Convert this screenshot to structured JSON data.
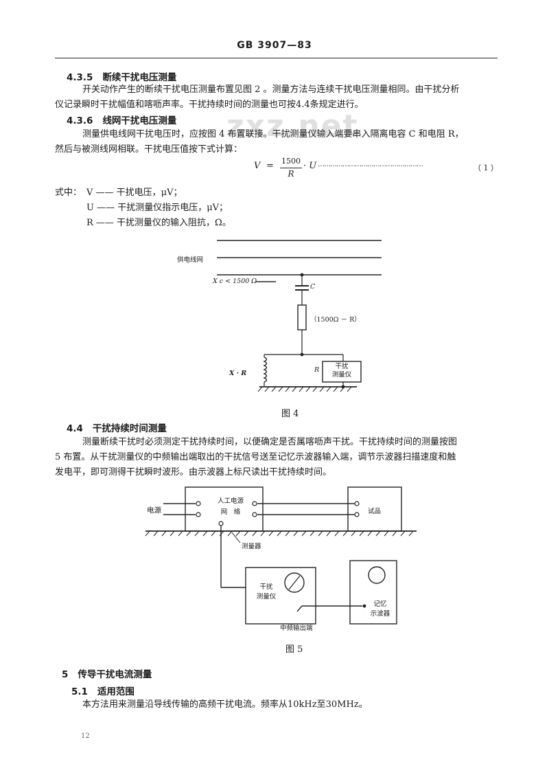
{
  "header": {
    "standard_code": "GB 3907—83"
  },
  "watermark": {
    "text": "zxz.net"
  },
  "sec_4_3_5": {
    "number": "4.3.5",
    "title": "断续干扰电压测量",
    "line1": "开关动作产生的断续干扰电压测量布置见图 2 。测量方法与连续干扰电压测量相同。由干扰分析",
    "line2": "仪记录瞬时干扰幅值和喀呖声率。干扰持续时间的测量也可按4.4条规定进行。"
  },
  "sec_4_3_6": {
    "number": "4.3.6",
    "title": "线网干扰电压测量",
    "line1": "测量供电线网干扰电压时，应按图 4 布置联接。干扰测量仪输入端要串入隔离电容 C 和电阻 R，",
    "line2": "然后与被测线网相联。干扰电压值按下式计算：",
    "formula": {
      "lhs": "V",
      "eq": "=",
      "numerator": "1500",
      "denominator": "R",
      "rhs": "· U",
      "dots": "……………………………………………",
      "number": "（ 1 ）"
    },
    "where": "式中：",
    "defs": [
      "V —— 干扰电压，μV；",
      "U —— 干扰测量仪指示电压，μV；",
      "R —— 干扰测量仪的输入阻抗，Ω。"
    ]
  },
  "fig4": {
    "supply_label": "供电线网",
    "xc_label": "X c < 1500 Ω",
    "c_label": "C",
    "r_label": "（1500Ω － R）",
    "xr_label": "X · R",
    "r_in_label": "R",
    "meter_line1": "干扰",
    "meter_line2": "测量仪",
    "caption": "图 4"
  },
  "sec_4_4": {
    "number": "4.4",
    "title": "干扰持续时间测量",
    "line1": "测量断续干扰时必须测定干扰持续时间，以便确定是否属喀呖声干扰。干扰持续时间的测量按图",
    "line2": "5 布置。从干扰测量仪的中频输出端取出的干扰信号送至记忆示波器输入端，调节示波器扫描速度和触",
    "line3": "发电平，即可测得干扰瞬时波形。由示波器上标尺读出干扰持续时间。"
  },
  "fig5": {
    "power_label": "电源",
    "network_line1": "人工电源",
    "network_line2": "网　络",
    "sample_label": "试品",
    "probe_label": "测量器",
    "meter_line1": "干扰",
    "meter_line2": "测量仪",
    "scope_line1": "记忆",
    "scope_line2": "示波器",
    "if_out_label": "中频输出端",
    "caption": "图 5"
  },
  "sec_5": {
    "number": "5",
    "title": "传导干扰电流测量"
  },
  "sec_5_1": {
    "number": "5.1",
    "title": "适用范围",
    "line1": "本方法用来测量沿导线传输的高频干扰电流。频率从10kHz至30MHz。"
  },
  "page_number": "12"
}
